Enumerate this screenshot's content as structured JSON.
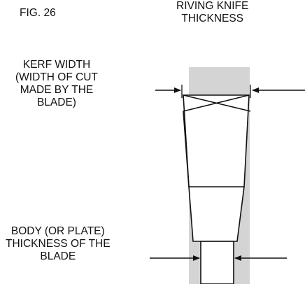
{
  "figure_label": "FIG. 26",
  "labels": {
    "riving_knife": [
      "RIVING KNIFE",
      "THICKNESS"
    ],
    "kerf_width": [
      "KERF WIDTH",
      "(WIDTH OF CUT",
      "MADE BY THE",
      "BLADE)"
    ],
    "body_thickness": [
      "BODY (OR PLATE)",
      "THICKNESS OF THE",
      "BLADE"
    ]
  },
  "colors": {
    "riving_knife_fill": "#d4d4d4",
    "line": "#111111"
  }
}
